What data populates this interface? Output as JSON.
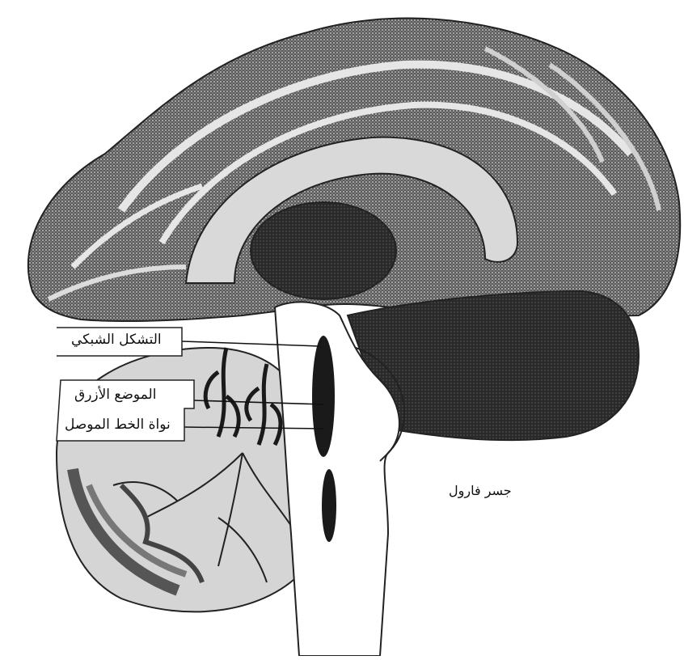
{
  "labels": {
    "reticular_formation": "التشكل الشبكي",
    "locus_coeruleus": "الموضع الأزرق",
    "raphe_nucleus": "نواة الخط الموصل",
    "pons": "جسر فارول"
  },
  "colors": {
    "ink": "#1a1a1a",
    "dark_tissue": "#2a2a2a",
    "mid_tissue": "#6f6f6f",
    "light_tissue": "#bdbdbd",
    "paper": "#ffffff"
  }
}
